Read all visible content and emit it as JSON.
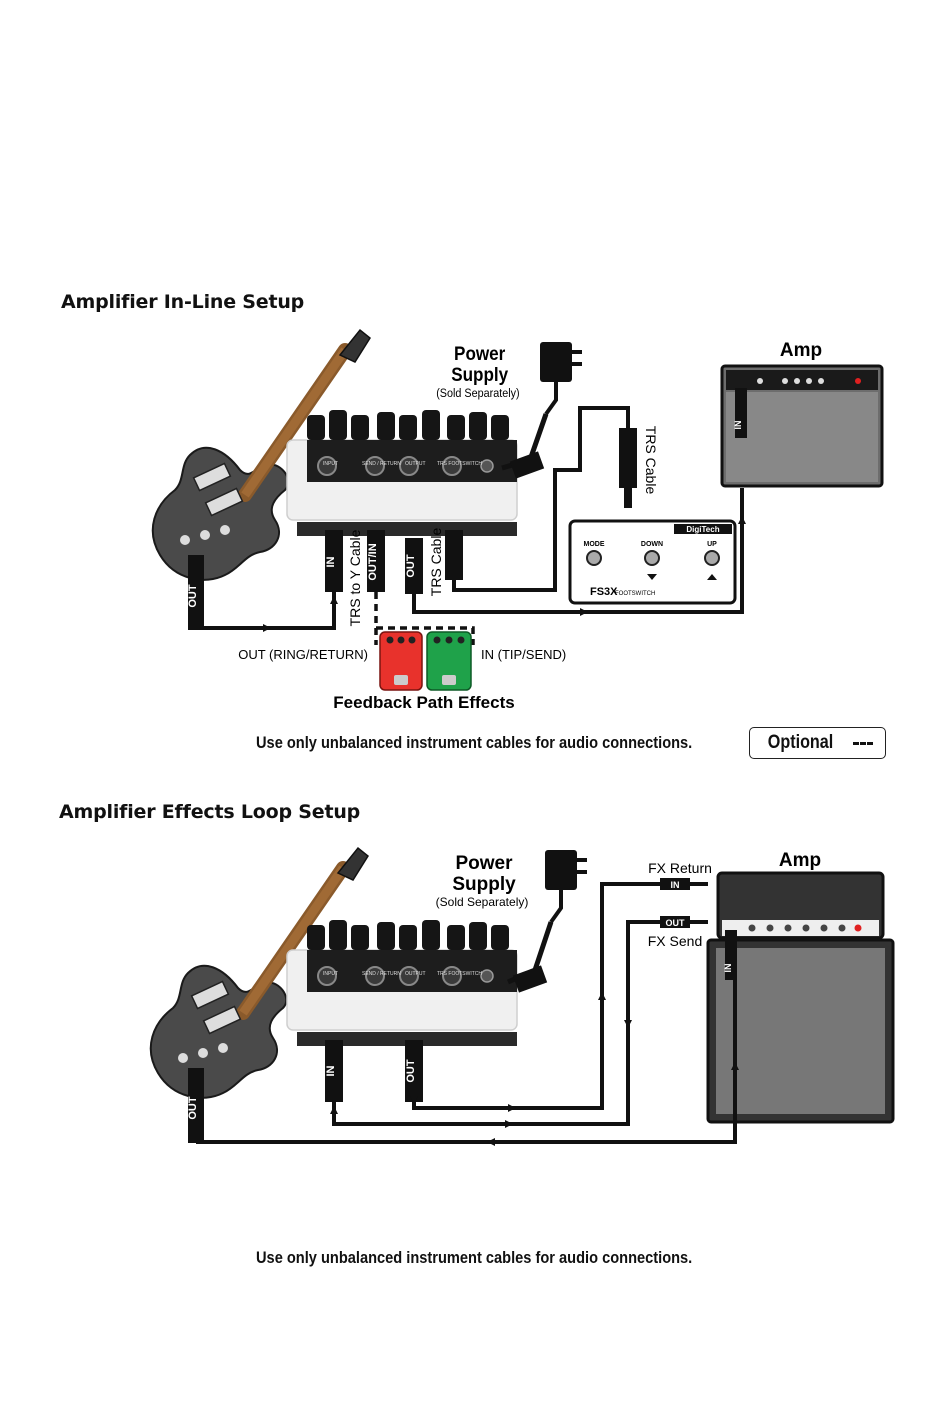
{
  "sections": [
    {
      "title": "Amplifier In-Line Setup",
      "power_supply": {
        "line1": "Power",
        "line2": "Supply",
        "note": "(Sold Separately)"
      },
      "amp_label": "Amp",
      "trs_cable_label": "TRS Cable",
      "trs_cable_label_2": "TRS Cable",
      "trs_to_y_label": "TRS to Y Cable",
      "jack_labels": {
        "guitar_out": "OUT",
        "in": "IN",
        "out_in": "OUT/IN",
        "out": "OUT",
        "amp_in": "IN"
      },
      "fx_out_label": "OUT (RING/RETURN)",
      "fx_in_label": "IN (TIP/SEND)",
      "feedback_label": "Feedback Path Effects",
      "footswitch": {
        "brand": "DigiTech",
        "model": "FS3X",
        "model_sub": "FOOTSWITCH",
        "buttons": [
          "MODE",
          "DOWN",
          "UP"
        ]
      },
      "pedal_panel": {
        "input": "INPUT",
        "send_return": "SEND / RETURN",
        "output": "OUTPUT",
        "footswitch": "TRS FOOTSWITCH"
      },
      "note": "Use only unbalanced instrument cables for audio connections.",
      "legend": {
        "label": "Optional"
      }
    },
    {
      "title": "Amplifier Effects Loop Setup",
      "power_supply": {
        "line1": "Power",
        "line2": "Supply",
        "note": "(Sold Separately)"
      },
      "amp_label": "Amp",
      "fx_return_label": "FX Return",
      "fx_send_label": "FX Send",
      "jack_labels": {
        "guitar_out": "OUT",
        "in": "IN",
        "out": "OUT",
        "fx_return_in": "IN",
        "fx_send_out": "OUT",
        "amp_in": "IN"
      },
      "pedal_panel": {
        "input": "INPUT",
        "send_return": "SEND / RETURN",
        "output": "OUTPUT",
        "footswitch": "TRS FOOTSWITCH"
      },
      "note": "Use only unbalanced instrument cables for audio connections."
    }
  ],
  "colors": {
    "pedal_red": "#e8322c",
    "pedal_green": "#1fa24a",
    "cable": "#111111",
    "amp_grey": "#555555"
  }
}
